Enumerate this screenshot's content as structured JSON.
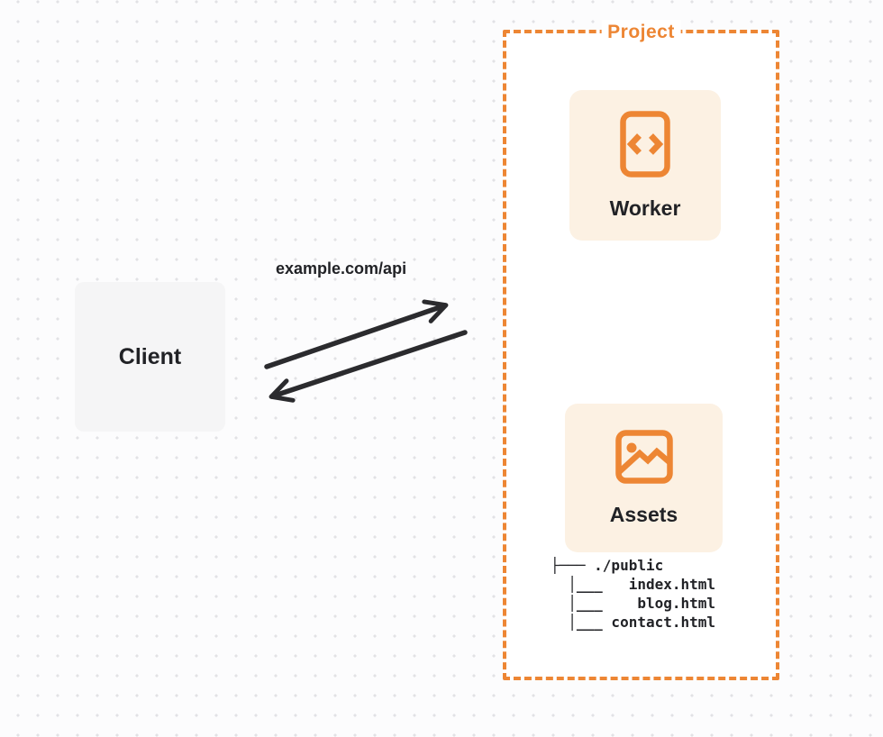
{
  "colors": {
    "accent_orange": "#ED8634",
    "card_bg": "#FCF1E3",
    "client_bg": "#F5F5F6",
    "arrow_color": "#2B2B2E",
    "text_dark": "#212226",
    "dot_color": "#E2E2E5"
  },
  "client": {
    "label": "Client"
  },
  "request": {
    "url_label": "example.com/api"
  },
  "project": {
    "label": "Project",
    "nodes": [
      {
        "label": "Worker",
        "icon": "code-file-icon"
      },
      {
        "label": "Assets",
        "icon": "image-icon"
      }
    ],
    "file_tree_lines": [
      "├─── ./public",
      "  │___   index.html",
      "  │___    blog.html",
      "  │___ contact.html"
    ]
  }
}
